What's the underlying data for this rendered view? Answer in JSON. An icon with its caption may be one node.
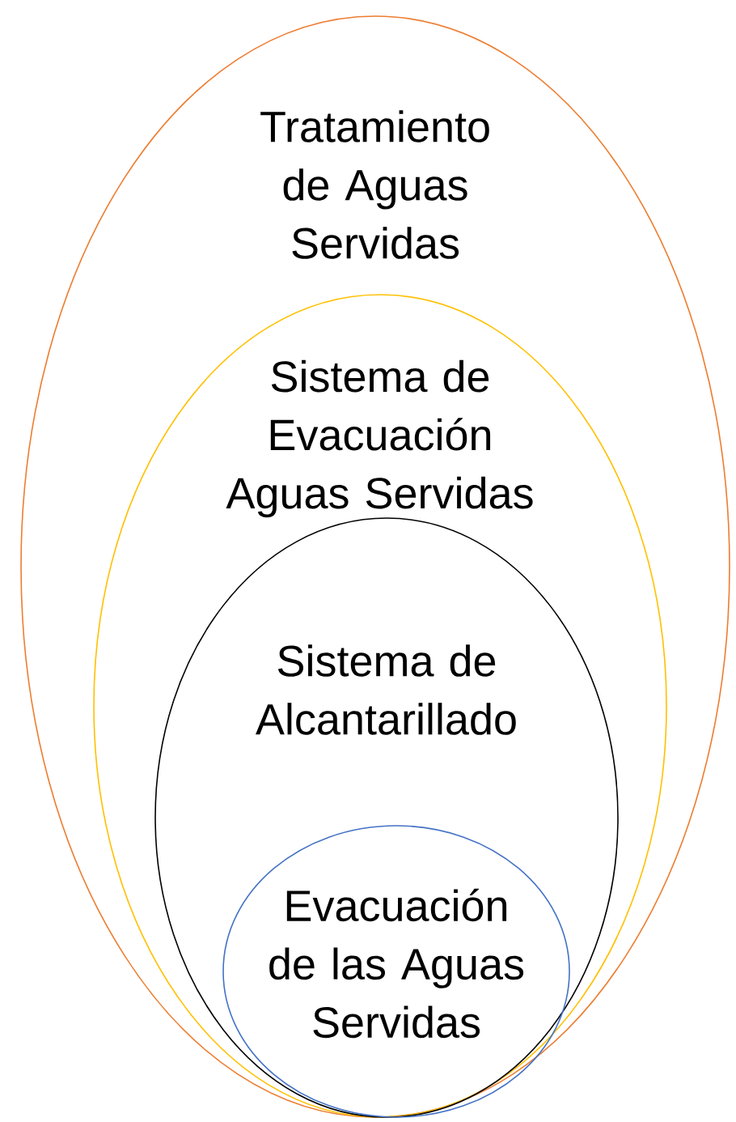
{
  "diagram": {
    "nodes": [
      {
        "text": [
          "Tratamiento de Aguas Servidas"
        ]
      },
      {
        "text": [
          "Sistema de Evacuación Aguas Servidas"
        ],
        "in": 0
      },
      {
        "text": [
          "Sistema de Alcantarillado"
        ],
        "in": 1
      },
      {
        "text": [
          "Evacuación de las Aguas Servidas"
        ],
        "in": 2
      }
    ]
  }
}
